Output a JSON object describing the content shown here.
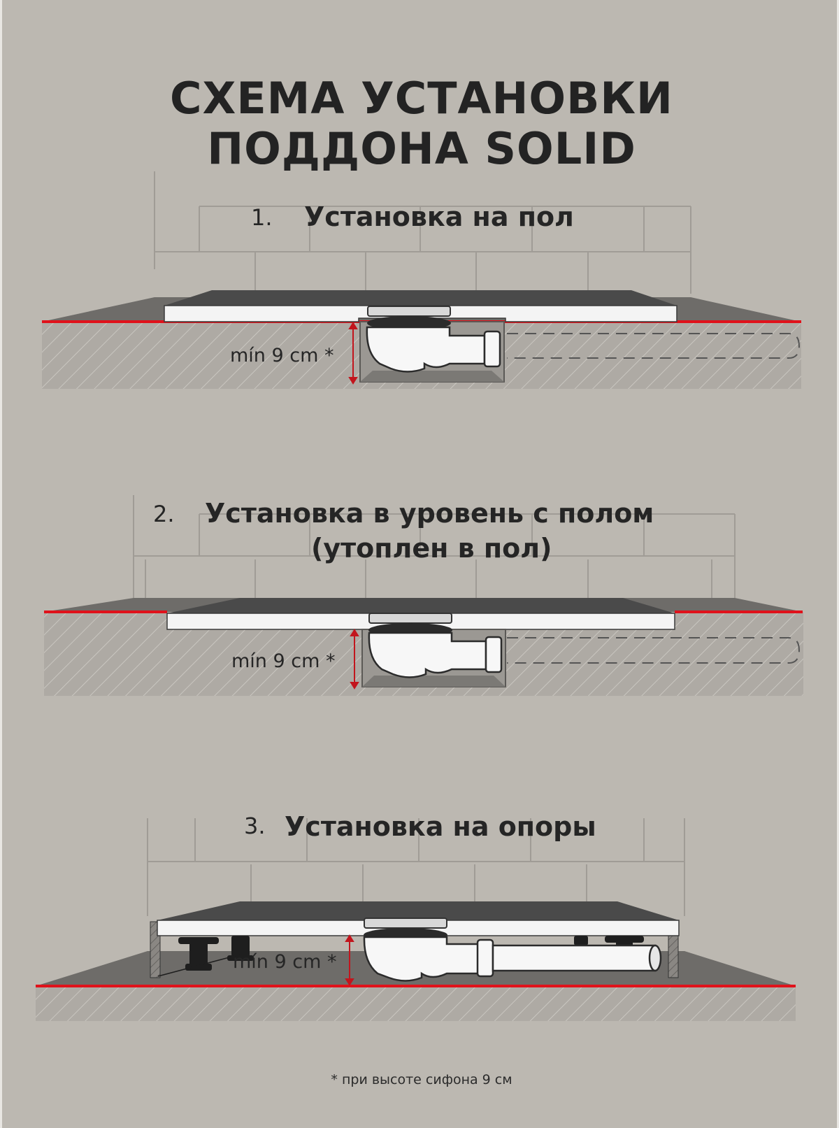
{
  "title": {
    "line1": "СХЕМА УСТАНОВКИ",
    "line2": "ПОДДОНА SOLID"
  },
  "sections": [
    {
      "number": "1.",
      "label": "Установка на пол",
      "dimension": "mín 9 cm *"
    },
    {
      "number": "2.",
      "label_line1": "Установка в уровень с полом",
      "label_line2": "(утоплен в пол)",
      "dimension": "mín 9 cm *"
    },
    {
      "number": "3.",
      "label": "Установка на опоры",
      "dimension": "mín 9 cm *"
    }
  ],
  "footnote": "* при высоте сифона 9 см",
  "colors": {
    "background": "#bcb8b1",
    "floor_line": "#e0121b",
    "tray_surface": "#4a4a4a",
    "tray_edge": "#f4f4f4",
    "wall_lines": "#9e9a94"
  }
}
